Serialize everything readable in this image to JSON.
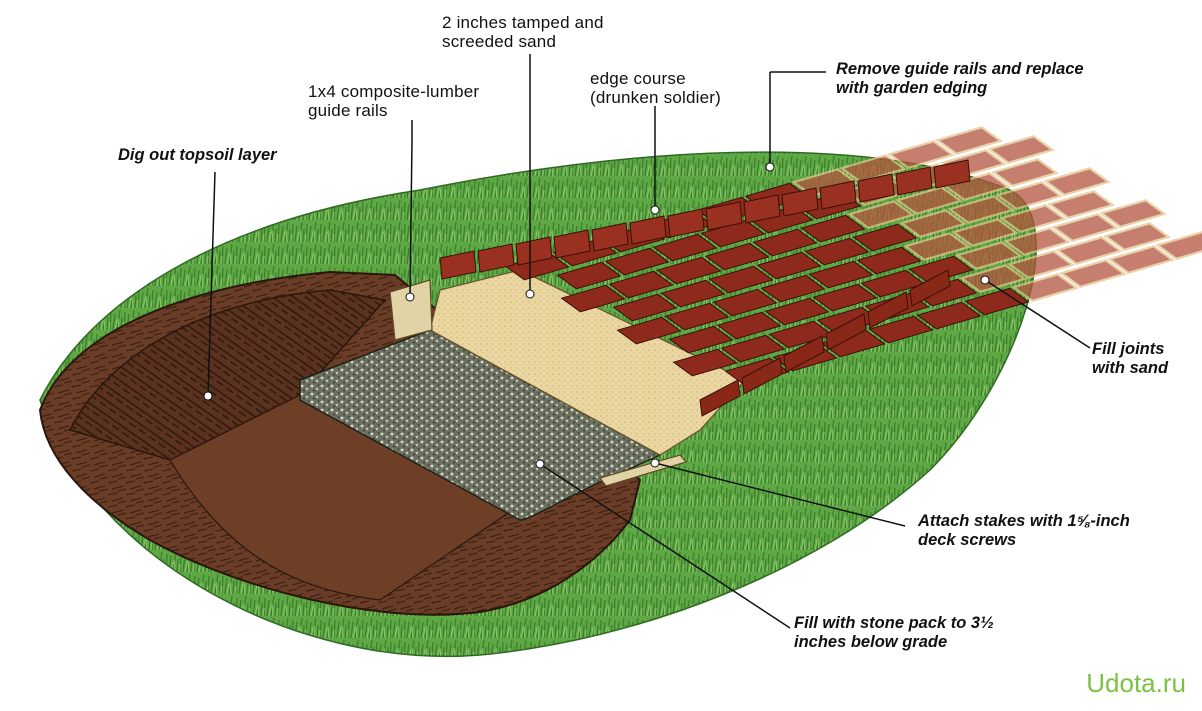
{
  "labels": {
    "topsoil": "Dig out topsoil layer",
    "guide_rails": "1x4 composite-lumber\nguide rails",
    "sand": "2 inches tamped and\nscreeded sand",
    "edge_course": "edge course\n(drunken soldier)",
    "remove_rails": "Remove guide rails and replace\nwith garden edging",
    "fill_joints": "Fill joints\nwith sand",
    "stakes": "Attach stakes with 1⅝-inch\ndeck screws",
    "stone_pack": "Fill with stone pack to 3½\ninches below grade"
  },
  "watermark": "Udota.ru",
  "colors": {
    "grass": "#4f9a3a",
    "soil": "#5b3321",
    "soil_light": "#7a4a30",
    "gravel": "#6f7465",
    "sand": "#e7d29a",
    "brick": "#9a2f1f",
    "brick_joint": "#d9b983",
    "rail": "#d8c89a",
    "watermark": "#7cc242"
  }
}
